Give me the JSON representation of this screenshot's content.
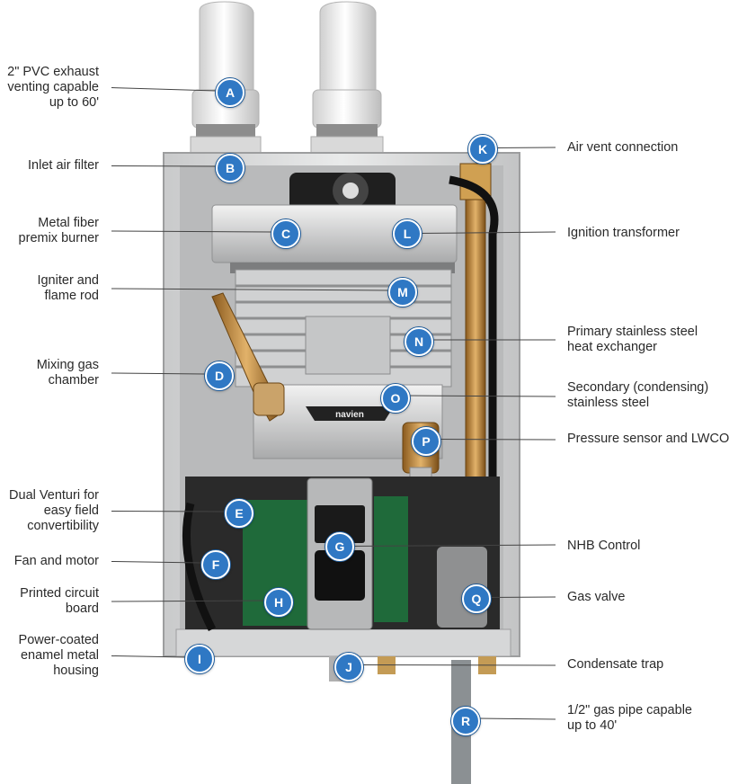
{
  "product": {
    "brand_badge": "navien"
  },
  "callouts": [
    {
      "letter": "A",
      "text": "2\" PVC exhaust\nventing capable\nup to 60'",
      "side": "left"
    },
    {
      "letter": "B",
      "text": "Inlet air filter",
      "side": "left"
    },
    {
      "letter": "C",
      "text": "Metal fiber\npremix burner",
      "side": "left"
    },
    {
      "letter": "M",
      "text": "Igniter and\nflame rod",
      "side": "left"
    },
    {
      "letter": "D",
      "text": "Mixing gas\nchamber",
      "side": "left"
    },
    {
      "letter": "E",
      "text": "Dual Venturi for\neasy field\nconvertibility",
      "side": "left"
    },
    {
      "letter": "F",
      "text": "Fan and motor",
      "side": "left"
    },
    {
      "letter": "H",
      "text": "Printed circuit\nboard",
      "side": "left"
    },
    {
      "letter": "I",
      "text": "Power-coated\nenamel metal\nhousing",
      "side": "left"
    },
    {
      "letter": "K",
      "text": "Air vent connection",
      "side": "right"
    },
    {
      "letter": "L",
      "text": "Ignition transformer",
      "side": "right"
    },
    {
      "letter": "N",
      "text": "Primary stainless steel\nheat exchanger",
      "side": "right"
    },
    {
      "letter": "O",
      "text": "Secondary (condensing)\nstainless steel",
      "side": "right"
    },
    {
      "letter": "P",
      "text": "Pressure sensor and LWCO",
      "side": "right"
    },
    {
      "letter": "G",
      "text": "NHB Control",
      "side": "right"
    },
    {
      "letter": "Q",
      "text": "Gas valve",
      "side": "right"
    },
    {
      "letter": "J",
      "text": "Condensate trap",
      "side": "right"
    },
    {
      "letter": "R",
      "text": "1/2\" gas pipe capable\nup to 40'",
      "side": "right"
    }
  ],
  "colors": {
    "marker_fill": "#2f78c4",
    "housing": "#d9dadb",
    "leader": "#444444",
    "text": "#2a2a2a"
  }
}
